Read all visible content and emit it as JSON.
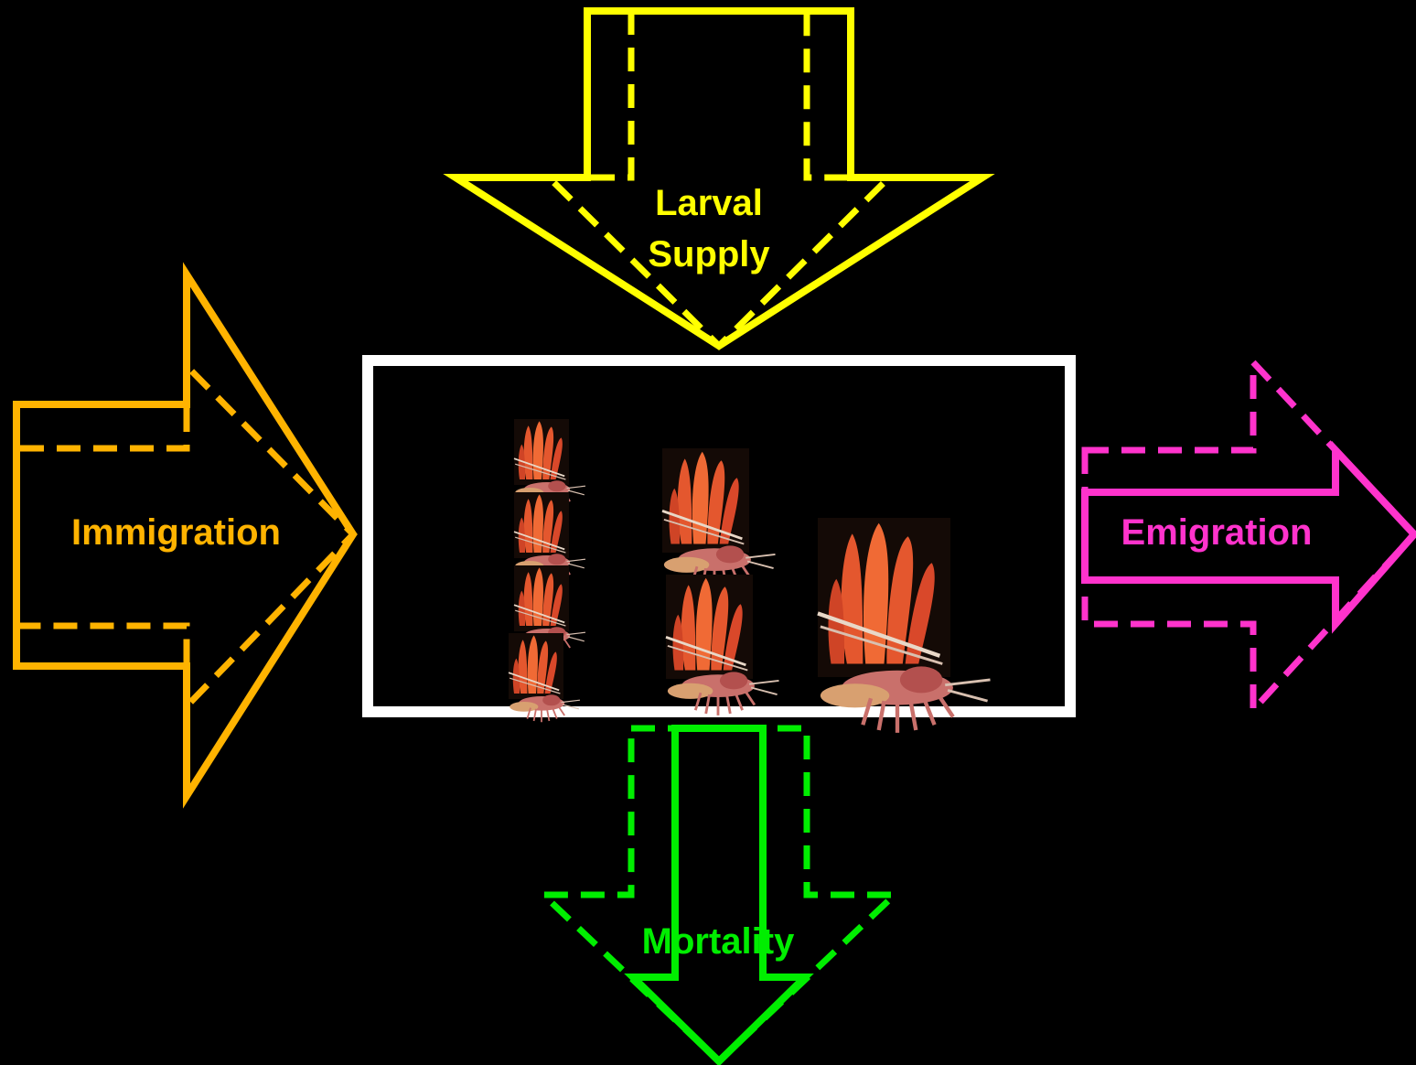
{
  "diagram": {
    "larval_supply": {
      "line1": "Larval",
      "line2": "Supply"
    },
    "immigration": {
      "label": "Immigration"
    },
    "emigration": {
      "label": "Emigration"
    },
    "mortality": {
      "label": "Mortality"
    },
    "population_box": {
      "images": [
        "lobster-on-sponge-image",
        "lobster-on-sponge-image",
        "lobster-on-sponge-image",
        "lobster-on-sponge-image",
        "lobster-on-sponge-image",
        "lobster-on-sponge-image",
        "lobster-on-sponge-image"
      ]
    }
  },
  "colors": {
    "background": "#000000",
    "larval_supply": "#FFFF00",
    "immigration": "#FFB300",
    "emigration": "#FF33CC",
    "mortality": "#00EE00",
    "box_border": "#FFFFFF",
    "sponge": "#E4572E",
    "lobster": "#C9706B"
  }
}
